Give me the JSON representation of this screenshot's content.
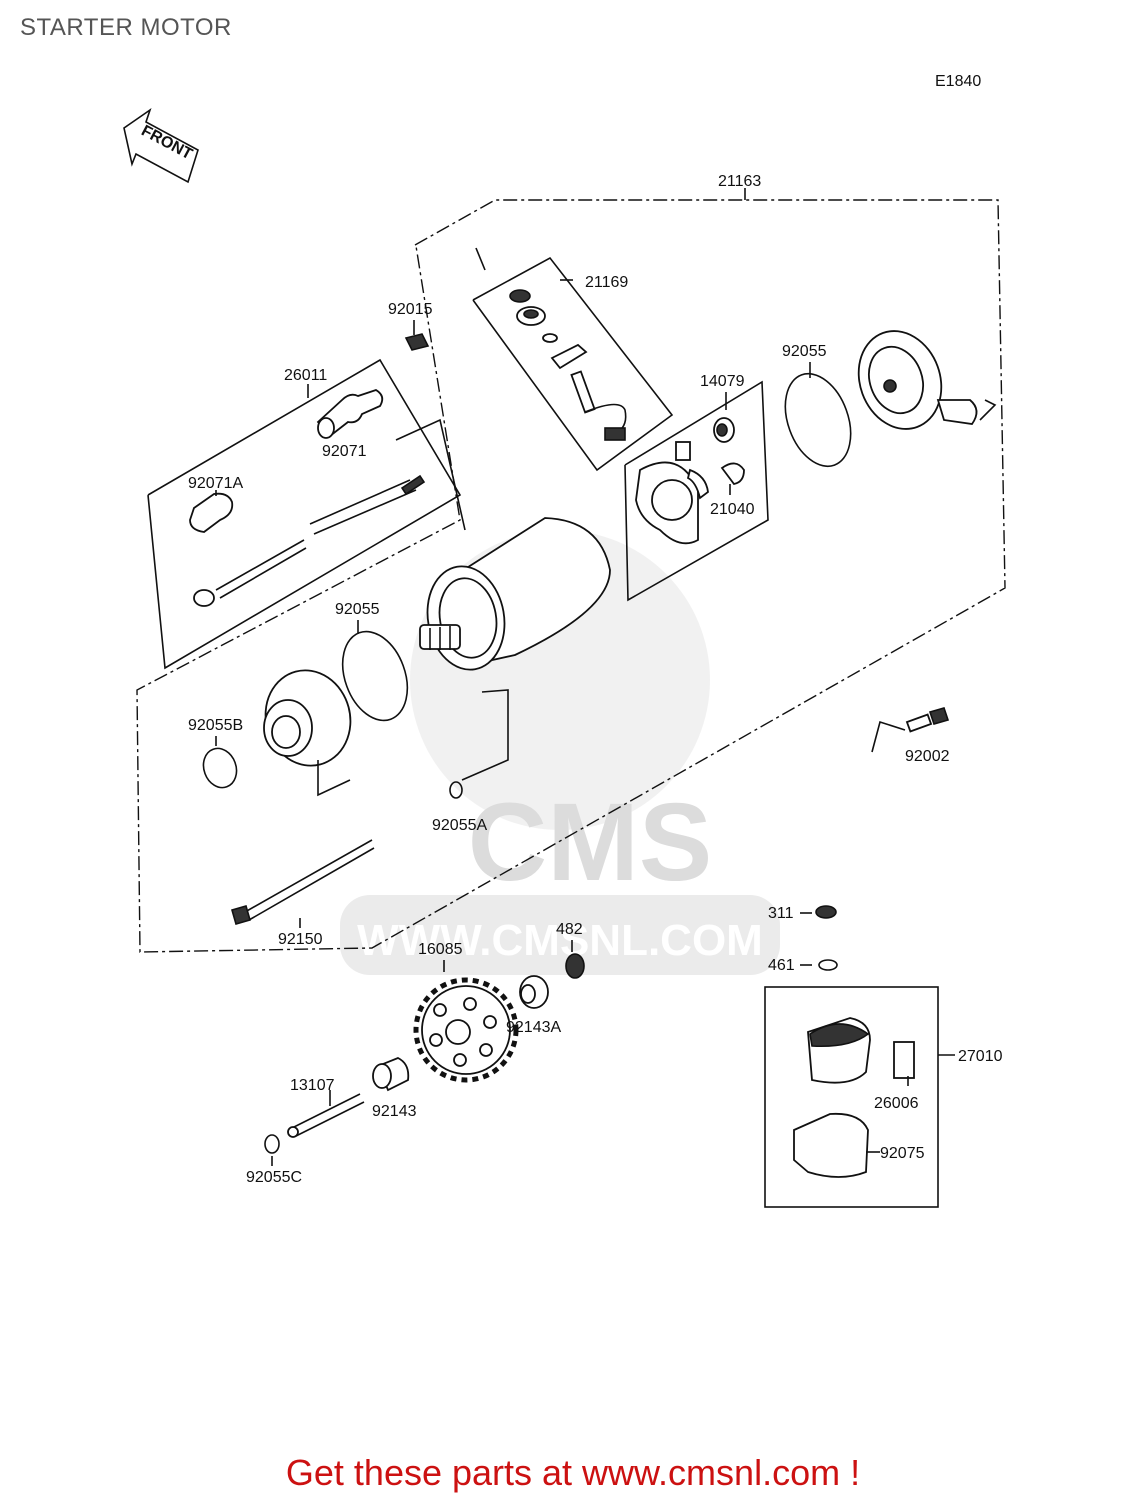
{
  "title": "STARTER MOTOR",
  "diagram_code": "E1840",
  "front_label": "FRONT",
  "watermark": {
    "brand": "CMS",
    "url": "WWW.CMSNL.COM"
  },
  "parts": {
    "p21163": "21163",
    "p21169": "21169",
    "p92015": "92015",
    "p26011": "26011",
    "p92071": "92071",
    "p92071A": "92071A",
    "p14079": "14079",
    "p92055_top": "92055",
    "p21040": "21040",
    "p92055_mid": "92055",
    "p92055B": "92055B",
    "p92055A": "92055A",
    "p92002": "92002",
    "p92150": "92150",
    "p311": "311",
    "p461": "461",
    "p482": "482",
    "p16085": "16085",
    "p92143A": "92143A",
    "p27010": "27010",
    "p13107": "13107",
    "p92143": "92143",
    "p26006": "26006",
    "p92075": "92075",
    "p92055C": "92055C"
  },
  "footer": "Get these parts at www.cmsnl.com !"
}
